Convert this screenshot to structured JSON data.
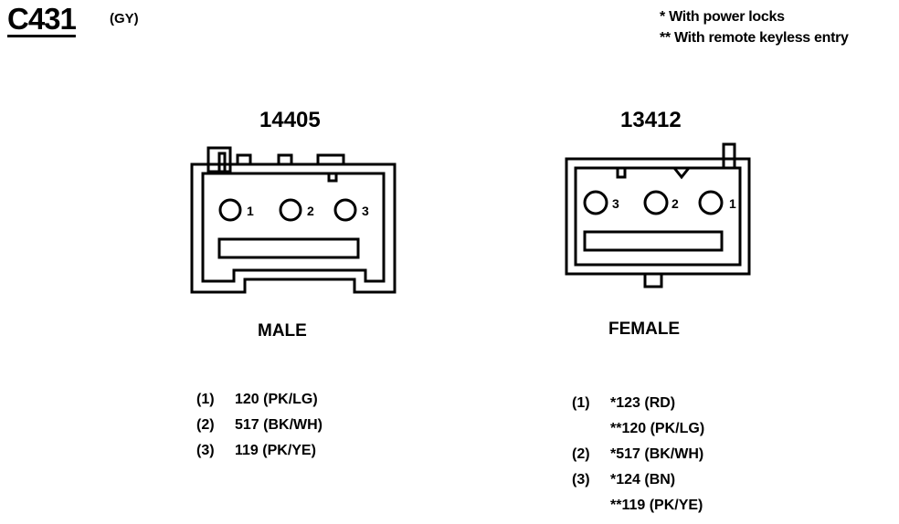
{
  "connector": {
    "id": "C431",
    "color": "(GY)"
  },
  "notes": [
    "* With power locks",
    "** With remote keyless entry"
  ],
  "male": {
    "part_number": "14405",
    "label": "MALE",
    "pin_labels": [
      "1",
      "2",
      "3"
    ],
    "pins": [
      {
        "num": "(1)",
        "wire": "120 (PK/LG)"
      },
      {
        "num": "(2)",
        "wire": "517 (BK/WH)"
      },
      {
        "num": "(3)",
        "wire": "119 (PK/YE)"
      }
    ]
  },
  "female": {
    "part_number": "13412",
    "label": "FEMALE",
    "pin_labels": [
      "3",
      "2",
      "1"
    ],
    "pins": [
      {
        "num": "(1)",
        "wire": "*123 (RD)"
      },
      {
        "num": "",
        "wire": "**120 (PK/LG)"
      },
      {
        "num": "(2)",
        "wire": "*517 (BK/WH)"
      },
      {
        "num": "(3)",
        "wire": "*124 (BN)"
      },
      {
        "num": "",
        "wire": "**119 (PK/YE)"
      }
    ]
  }
}
